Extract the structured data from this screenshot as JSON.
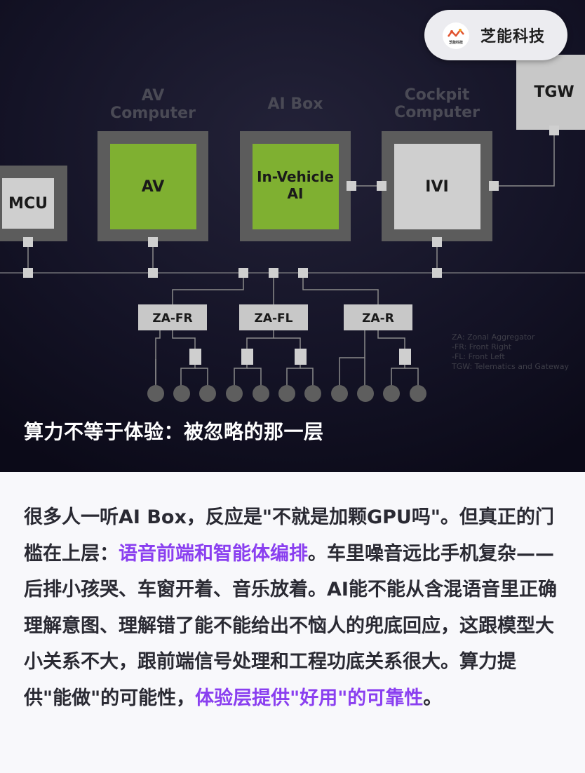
{
  "brand": {
    "name": "芝能科技",
    "logo_text": "芝能科技",
    "logo_icon": "wave-chart-icon"
  },
  "diagram": {
    "group_av": "AV\nComputer",
    "group_ai": "AI Box",
    "group_cockpit": "Cockpit\nComputer",
    "tgw": "TGW",
    "mcu": "MCU",
    "av": "AV",
    "in_vehicle_ai": "In-Vehicle\nAI",
    "ivi": "IVI",
    "za_fr": "ZA-FR",
    "za_fl": "ZA-FL",
    "za_r": "ZA-R",
    "legend": [
      "ZA: Zonal Aggregator",
      "-FR: Front Right",
      "-FL: Front Left",
      "TGW: Telematics and Gateway"
    ]
  },
  "hero": {
    "caption": "算力不等于体验：被忽略的那一层"
  },
  "article": {
    "seg1": "很多人一听AI Box，反应是\"不就是加颗GPU吗\"。但真正的门槛在上层：",
    "hl1": "语音前端和智能体编排",
    "seg2": "。车里噪音远比手机复杂——后排小孩哭、车窗开着、音乐放着。AI能不能从含混语音里正确理解意图、理解错了能不能给出不恼人的兜底回应，这跟模型大小关系不大，跟前端信号处理和工程功底关系很大。算力提供\"能做\"的可能性，",
    "hl2": "体验层提供\"好用\"的可靠性",
    "seg3": "。"
  },
  "colors": {
    "accent": "#8a3ff0",
    "chip_green": "#7fb031"
  }
}
